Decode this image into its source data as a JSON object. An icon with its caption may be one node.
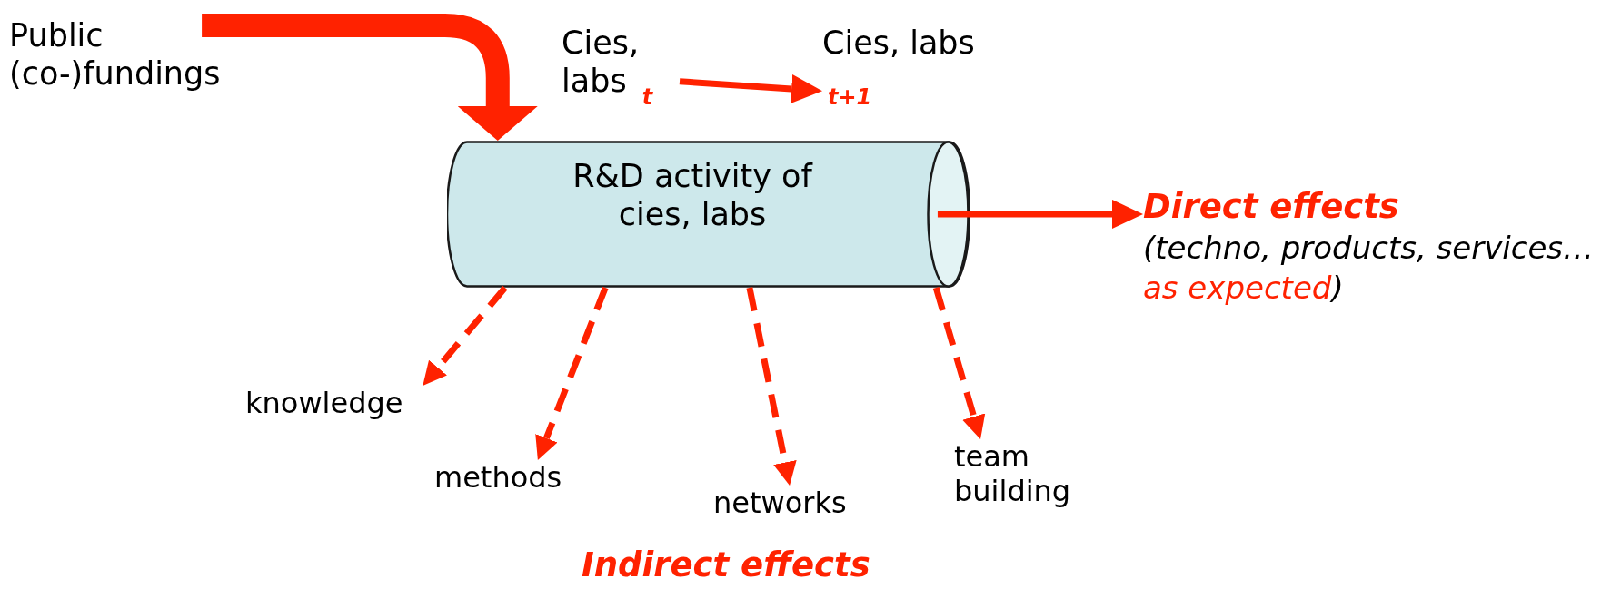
{
  "diagram": {
    "nodes": [
      {
        "text": [
          "Public (co-)fundings"
        ]
      },
      {
        "text": [
          "Cies, labs $_{t}$"
        ]
      },
      {
        "text": [
          "Cies, labs $_{t+1}$"
        ]
      },
      {
        "text": [
          "R&D activity of cies, labs"
        ]
      },
      {
        "text": [
          "Direct effects",
          "(techno, products, services… *as expected*)"
        ]
      },
      {
        "text": [
          "knowledge"
        ]
      },
      {
        "text": [
          "methods"
        ]
      },
      {
        "text": [
          "networks"
        ]
      },
      {
        "text": [
          "team building"
        ]
      }
    ],
    "edges": [
      {
        "from": 0,
        "to": 3,
        "arrow": "to",
        "style": "thick"
      },
      {
        "from": 1,
        "to": 2,
        "arrow": "to"
      },
      {
        "from": 3,
        "to": 4,
        "arrow": "to"
      },
      {
        "from": 3,
        "to": 5,
        "arrow": "to",
        "style": "dashed"
      },
      {
        "from": 3,
        "to": 6,
        "arrow": "to",
        "style": "dashed"
      },
      {
        "from": 3,
        "to": 7,
        "arrow": "to",
        "style": "dashed"
      },
      {
        "from": 3,
        "to": 8,
        "arrow": "to",
        "style": "dashed"
      }
    ],
    "labels": [
      "Indirect effects"
    ]
  }
}
